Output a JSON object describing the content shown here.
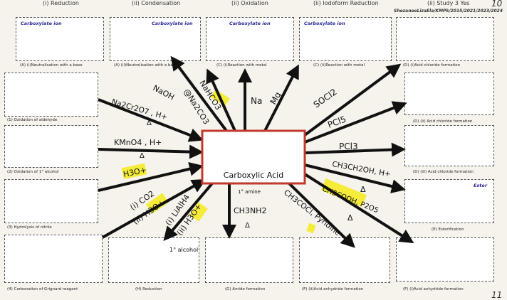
{
  "header": {
    "items": [
      "(i) Reduction",
      "(ii) Condensation",
      "(ii) Oxidation",
      "(ii) Iodoform Reduction",
      "(ii) Study 3 Yes"
    ],
    "attribution": "ShezaneeLizaEla/KMPk/2015/2021/2023/2024",
    "page_top": "10",
    "page_bottom": "11"
  },
  "center": {
    "title": "Carboxylic Acid"
  },
  "boxes": {
    "top": [
      {
        "note": "Carboxylate ion",
        "label": "(A) (i)Neutralisation with a base"
      },
      {
        "note": "Carboxylate ion",
        "label": "(A) (ii)Neutralisation with a base"
      },
      {
        "note": "Carboxylate ion",
        "label": "(C) (i)Reaction with metal"
      },
      {
        "note": "Carboxylate ion",
        "label": "(C) (ii)Reaction with metal"
      },
      {
        "note": "",
        "label": "(D) (i)Acid chloride formation"
      }
    ],
    "left": [
      {
        "label": "(1) Oxidation of aldehyde"
      },
      {
        "label": "(2) Oxidation of 1° alcohol"
      },
      {
        "label": "(3) Hydrolysis of nitrile"
      },
      {
        "label": "(4) Carbonation of Grignard reagent"
      }
    ],
    "right": [
      {
        "note": "",
        "label": "(D) (ii) Acid chloride formation"
      },
      {
        "note": "",
        "label": "(D) (iii) Acid chloride formation"
      },
      {
        "note": "Ester",
        "label": "(E) Esterification"
      },
      {
        "note": "",
        "label": "(F) (i)Acid anhydride formation"
      }
    ],
    "bottom": [
      {
        "label": "(H) Reduction"
      },
      {
        "label": "(G) Amide formation"
      },
      {
        "label": "(F) (ii)Acid anhydride formation"
      }
    ]
  },
  "reagents": {
    "naoh": "NaOH",
    "nahco3": "NaHCO3",
    "na2co3": "@Na2CO3",
    "na": "Na",
    "mg": "Mg",
    "socl2": "SOCl2",
    "pcl5": "PCl5",
    "pcl3": "PCl3",
    "ethanol": "CH3CH2OH, H+",
    "delta1": "Δ",
    "acetic": "CH3COOH, P2O5",
    "delta2": "Δ",
    "ch3cocl": "CH3COCl, Pyridine",
    "dichromate": "Na2Cr2O7 , H+",
    "delta3": "Δ",
    "kmno4": "KMnO4 , H+",
    "delta4": "Δ",
    "h3o1": "H3O+",
    "co2": "(i) CO2",
    "h3o2": "(ii) H3O+",
    "lialh4": "(i) LiAlH4",
    "h3o3": "(ii) H3O+",
    "alcohol": "1° alcohol",
    "amine_label": "1° amine",
    "amine": "CH3NH2",
    "delta5": "Δ"
  },
  "colors": {
    "highlight": "#f5ec3a",
    "center_border": "#c0392b",
    "arrow": "#111111",
    "center_text": "#2a2a9a"
  }
}
